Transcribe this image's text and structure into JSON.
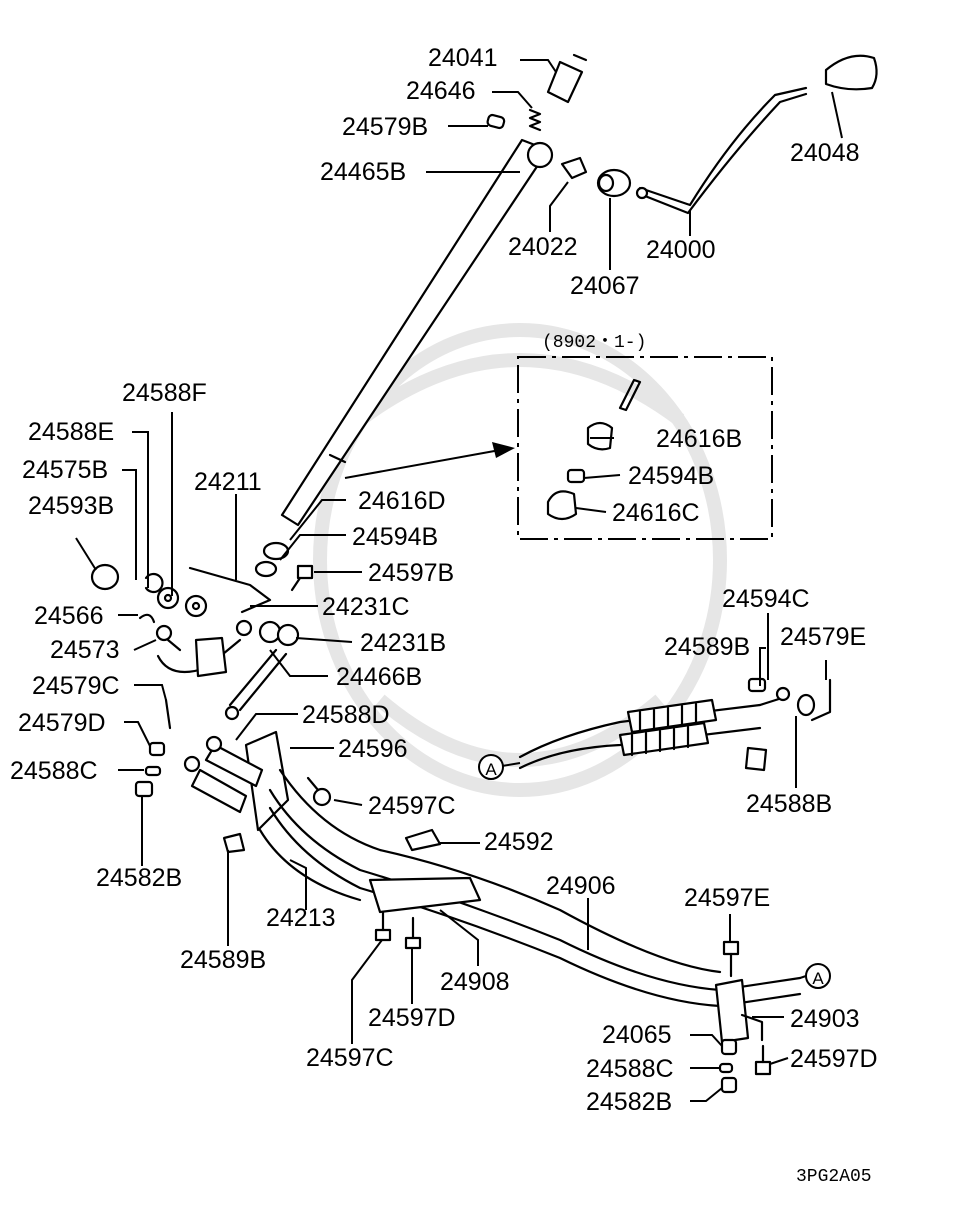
{
  "diagram": {
    "drawing_code": "3PG2A05",
    "inset_title": "(8902・1-)",
    "ref_marker": "A",
    "parts": {
      "p24041": "24041",
      "p24646": "24646",
      "p24579B": "24579B",
      "p24465B": "24465B",
      "p24048": "24048",
      "p24022": "24022",
      "p24000": "24000",
      "p24067": "24067",
      "p24588F": "24588F",
      "p24588E": "24588E",
      "p24575B": "24575B",
      "p24593B": "24593B",
      "p24211": "24211",
      "p24616D": "24616D",
      "p24594B": "24594B",
      "p24597B": "24597B",
      "p24566": "24566",
      "p24231C": "24231C",
      "p24573": "24573",
      "p24231B": "24231B",
      "p24466B": "24466B",
      "p24579C": "24579C",
      "p24588D": "24588D",
      "p24579D": "24579D",
      "p24596": "24596",
      "p24588C": "24588C",
      "p24597C": "24597C",
      "p24582B": "24582B",
      "p24592": "24592",
      "p24589B": "24589B",
      "p24213": "24213",
      "p24906": "24906",
      "p24597E": "24597E",
      "p24908": "24908",
      "p24597D": "24597D",
      "p24903": "24903",
      "p24065": "24065",
      "inset_24616B": "24616B",
      "inset_24594B": "24594B",
      "inset_24616C": "24616C",
      "p24594C": "24594C",
      "p24579E": "24579E",
      "p24588B": "24588B"
    }
  }
}
